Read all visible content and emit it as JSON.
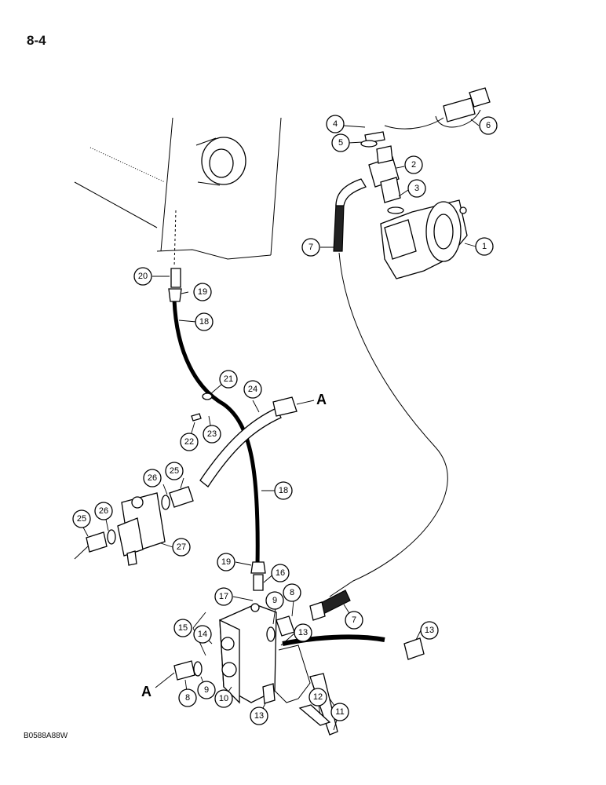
{
  "page_number": "8-4",
  "figure_code": "B0588A88W",
  "reference_label": "A",
  "callouts": [
    "1",
    "2",
    "3",
    "4",
    "5",
    "6",
    "7",
    "8",
    "9",
    "10",
    "11",
    "12",
    "13",
    "14",
    "15",
    "16",
    "17",
    "18",
    "19",
    "20",
    "21",
    "22",
    "23",
    "24",
    "25",
    "26",
    "27"
  ]
}
